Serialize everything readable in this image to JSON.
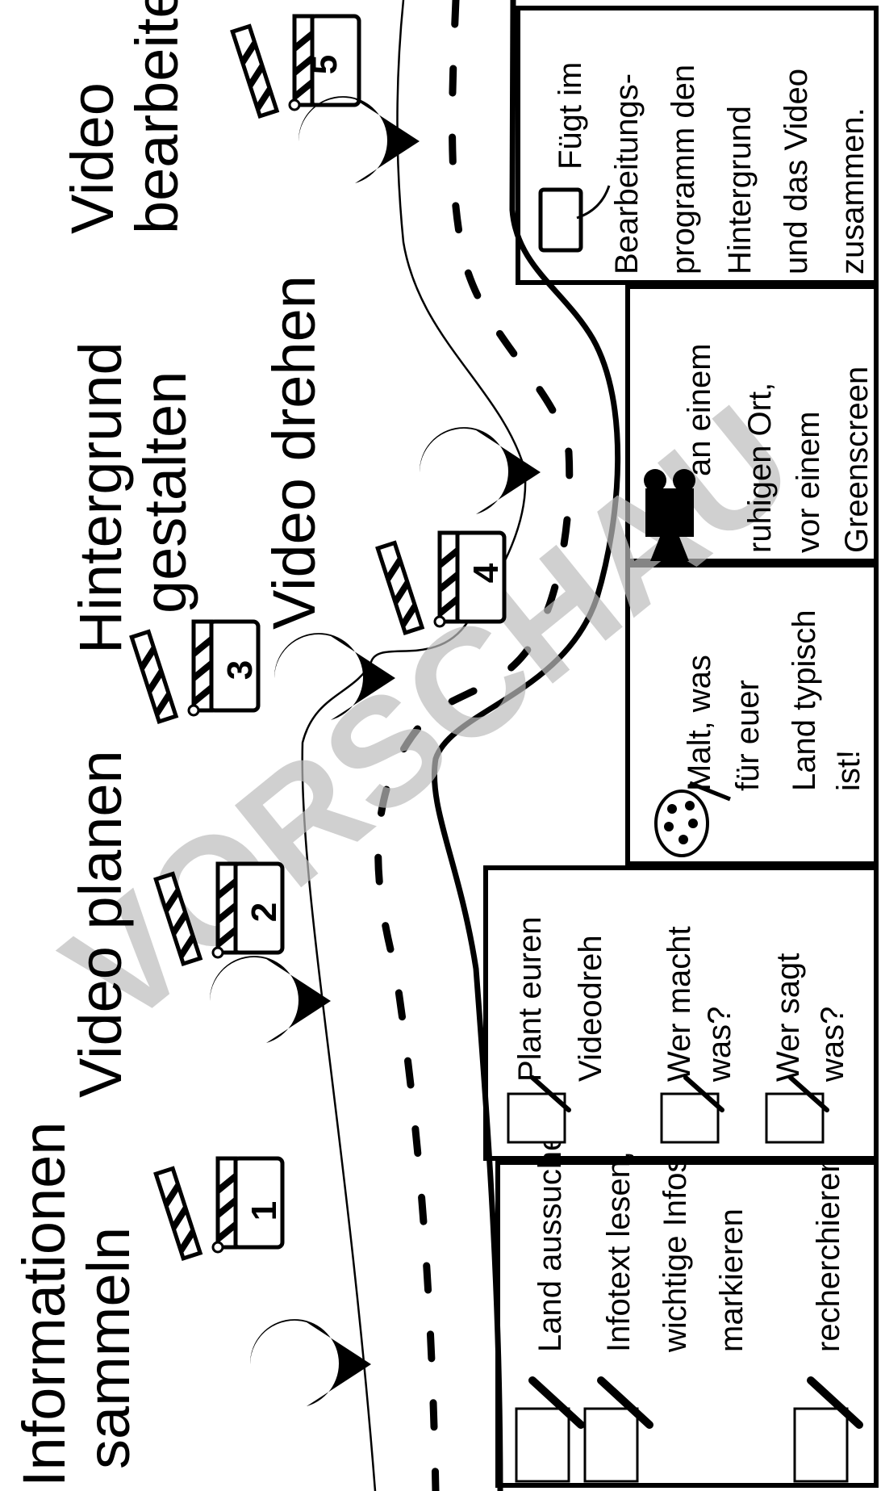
{
  "stages": [
    {
      "number": "1",
      "title_lines": [
        "Informationen",
        "sammeln"
      ]
    },
    {
      "number": "2",
      "title_lines": [
        "Video planen"
      ]
    },
    {
      "number": "3",
      "title_lines": [
        "Hintergrund",
        "gestalten"
      ]
    },
    {
      "number": "4",
      "title_lines": [
        "Video drehen"
      ]
    },
    {
      "number": "5",
      "title_lines": [
        "Video",
        "bearbeiten"
      ]
    }
  ],
  "boxes": {
    "step1": [
      "Land aussuchen",
      "Infotext lesen,",
      "wichtige Infos",
      "markieren",
      "recherchieren"
    ],
    "step2": [
      "Plant euren",
      "Videodreh",
      "Wer macht",
      "was?",
      "Wer sagt",
      "was?"
    ],
    "step3": [
      "Malt, was",
      "für euer",
      "Land typisch",
      "ist!"
    ],
    "step4": [
      "an einem",
      "ruhigen Ort,",
      "vor einem",
      "Greenscreen"
    ],
    "step5": [
      "Fügt im",
      "Bearbeitungs-",
      "programm den",
      "Hintergrund",
      "und das Video",
      "zusammen."
    ]
  },
  "watermark": "VORSCHAU",
  "icons": [
    "notepad-pencil-icon",
    "document-pencil-icon",
    "palette-icon",
    "camera-icon",
    "tablet-touch-icon",
    "location-pin-icon",
    "clapperboard-icon"
  ]
}
